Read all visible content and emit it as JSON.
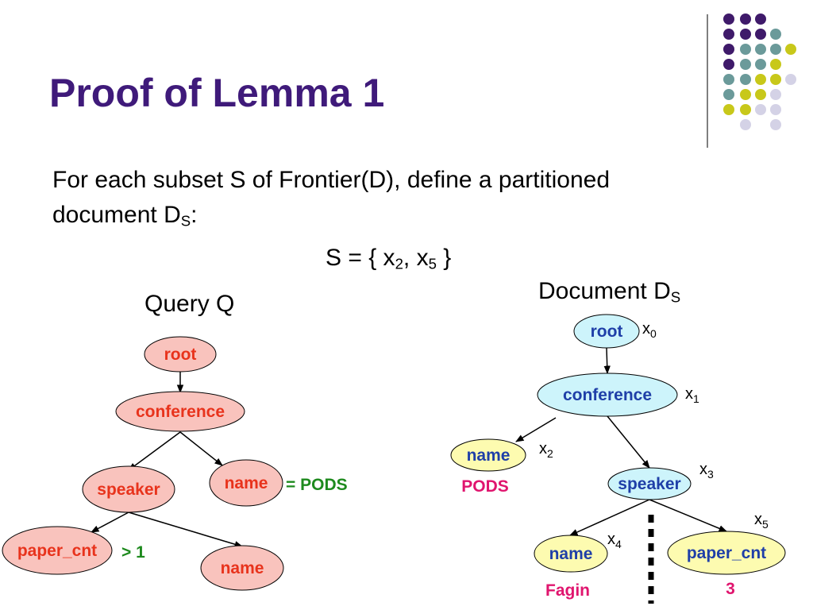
{
  "title": "Proof of Lemma 1",
  "intro": {
    "line1": "For each subset S of Frontier(D), define a partitioned",
    "line2_prefix": "document D",
    "line2_sub": "S",
    "line2_suffix": ":"
  },
  "set_definition": {
    "prefix": "S = { x",
    "sub1": "2",
    "mid": ", x",
    "sub2": "5",
    "suffix": " }"
  },
  "query": {
    "caption": "Query Q",
    "nodes": {
      "root": "root",
      "conference": "conference",
      "speaker": "speaker",
      "name": "name",
      "paper_cnt": "paper_cnt",
      "speaker_name": "name"
    },
    "conditions": {
      "name_eq": "= PODS",
      "paper_cnt_gt": "> 1"
    }
  },
  "document": {
    "caption_prefix": "Document D",
    "caption_sub": "S",
    "nodes": {
      "root": "root",
      "conference": "conference",
      "name": "name",
      "speaker": "speaker",
      "speaker_name": "name",
      "paper_cnt": "paper_cnt"
    },
    "labels": {
      "x0": {
        "base": "x",
        "sub": "0"
      },
      "x1": {
        "base": "x",
        "sub": "1"
      },
      "x2": {
        "base": "x",
        "sub": "2"
      },
      "x3": {
        "base": "x",
        "sub": "3"
      },
      "x4": {
        "base": "x",
        "sub": "4"
      },
      "x5": {
        "base": "x",
        "sub": "5"
      }
    },
    "values": {
      "name": "PODS",
      "speaker_name": "Fagin",
      "paper_cnt": "3"
    }
  },
  "colors": {
    "title": "#3f1a7a",
    "query_node_fill": "#f9c3bd",
    "query_text": "#e8331c",
    "doc_node_blue": "#cdf4fb",
    "doc_node_yellow": "#fdfbb0",
    "doc_text": "#1f3fa8",
    "green": "#1e8a1e",
    "pink": "#e0156e",
    "dot_purple": "#3f1a6a",
    "dot_teal": "#6b9a9a",
    "dot_yellow": "#c8c81a",
    "dot_lavender": "#d4d2e6"
  }
}
